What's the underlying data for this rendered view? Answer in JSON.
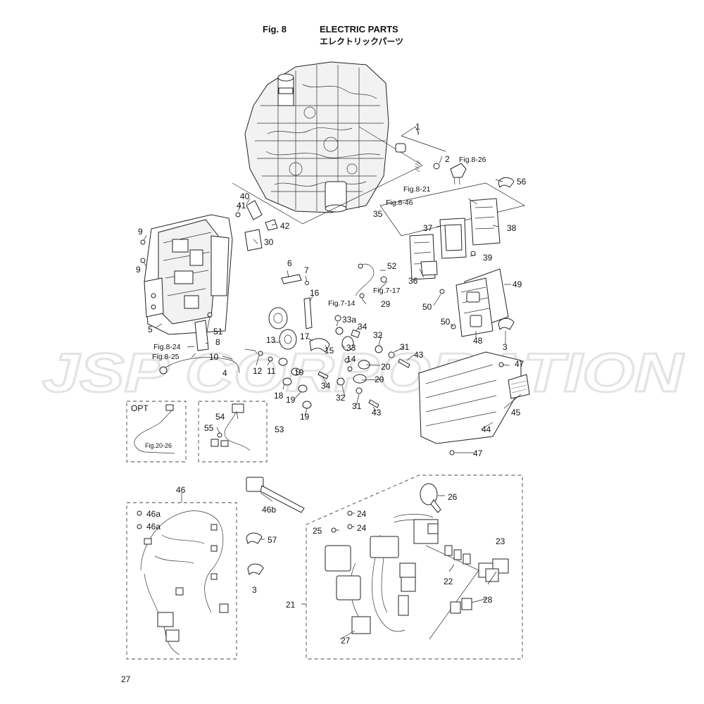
{
  "header": {
    "fig": "Fig. 8",
    "title": "ELECTRIC PARTS",
    "title_jp": "エレクトリックパーツ"
  },
  "watermark": "JSP CORPORATION",
  "page_number": "27",
  "boxes": {
    "opt": "OPT"
  },
  "callouts": {
    "c1": "1",
    "c2": "2",
    "c3a": "3",
    "c3b": "3",
    "c4": "4",
    "c5": "5",
    "c6": "6",
    "c7": "7",
    "c8": "8",
    "c9a": "9",
    "c9b": "9",
    "c10": "10",
    "c11": "11",
    "c12": "12",
    "c13": "13",
    "c14": "14",
    "c15": "15",
    "c16": "16",
    "c17": "17",
    "c18": "18",
    "c19a": "19",
    "c19b": "19",
    "c19c": "19",
    "c20a": "20",
    "c20b": "20",
    "c21": "21",
    "c22": "22",
    "c23": "23",
    "c24a": "24",
    "c24b": "24",
    "c25": "25",
    "c26": "26",
    "c27": "27",
    "c28": "28",
    "c29": "29",
    "c30": "30",
    "c31a": "31",
    "c31b": "31",
    "c32a": "32",
    "c32b": "32",
    "c33": "33",
    "c33a": "33a",
    "c34a": "34",
    "c34b": "34",
    "c35": "35",
    "c36": "36",
    "c37": "37",
    "c38": "38",
    "c39": "39",
    "c40": "40",
    "c41": "41",
    "c42": "42",
    "c43a": "43",
    "c43b": "43",
    "c44": "44",
    "c45": "45",
    "c46": "46",
    "c46a1": "46a",
    "c46a2": "46a",
    "c46b": "46b",
    "c47a": "47",
    "c47b": "47",
    "c48": "48",
    "c49": "49",
    "c50a": "50",
    "c50b": "50",
    "c51": "51",
    "c52": "52",
    "c53": "53",
    "c54": "54",
    "c55": "55",
    "c56": "56",
    "c57": "57"
  },
  "refs": {
    "r1": "Fig.8-26",
    "r2": "Fig.8-21",
    "r3": "Fig.8-46",
    "r4": "Fig.7-17",
    "r5": "Fig.7-14",
    "r6": "Fig.8-24",
    "r7": "Fig.8-25",
    "r8": "Fig.20-26"
  }
}
